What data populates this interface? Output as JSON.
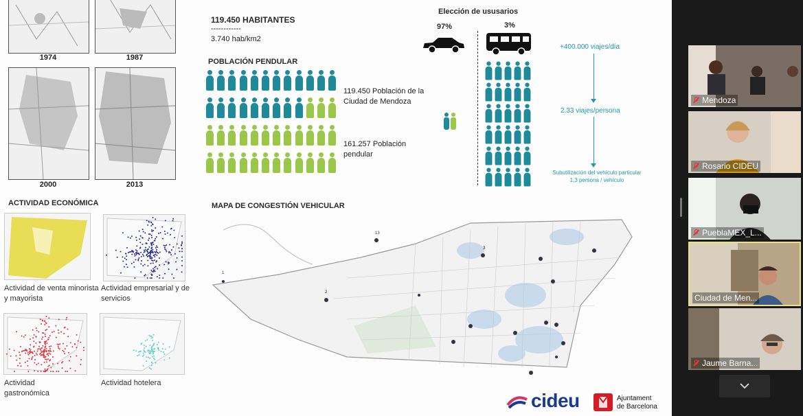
{
  "slide": {
    "years": [
      "1974",
      "1987",
      "2000",
      "2013"
    ],
    "habitantes": "119.450 HABITANTES",
    "dashes": "------------",
    "densidad": "3.740 hab/km2",
    "poblacion_pendular_title": "POBLACIÓN PENDULAR",
    "legend_ciudad_line1": "119.450 Población de la",
    "legend_ciudad_line2": "Ciudad de Mendoza",
    "legend_pendular_line1": "161.257 Población",
    "legend_pendular_line2": "pendular",
    "eleccion_title": "Elección de ususarios",
    "car_pct": "97%",
    "bus_pct": "3%",
    "viajes_dia": "+400.000 viajes/día",
    "viajes_persona": "2.33 viajes/persona",
    "subutil_line1": "Subutilización del vehículo particular",
    "subutil_line2": "1,3 persona / vehículo",
    "actividad_title": "ACTIVIDAD ECONÓMICA",
    "act_venta": "Actividad de venta minorista y mayorista",
    "act_empresarial": "Actividad empresarial y de servicios",
    "act_gastro": "Actividad gastronómica",
    "act_hotelera": "Actividad hotelera",
    "mapa_title": "MAPA DE CONGESTIÓN VEHICULAR",
    "map_labels": [
      "1",
      "2",
      "3",
      "13"
    ],
    "cideu": "cideu",
    "ajuntament_line1": "Ajuntament",
    "ajuntament_line2": "de Barcelona"
  },
  "participants": [
    {
      "name": "Mendoza",
      "muted": true
    },
    {
      "name": "Rosario CIDEU",
      "muted": true
    },
    {
      "name": "PueblaMEX_L...",
      "muted": true
    },
    {
      "name": "Ciudad de Men...",
      "muted": false,
      "active": true
    },
    {
      "name": "Jaume Barna...",
      "muted": true
    }
  ],
  "colors": {
    "teal": "#1e8a9a",
    "green": "#9cc64a",
    "yellow": "#e8d83a",
    "navy": "#2a2f8a",
    "red": "#d9363e",
    "cyan": "#5fcfcf",
    "active_border": "#e8e08a"
  },
  "icons": {
    "scroll_down": "chevron-down-icon"
  }
}
